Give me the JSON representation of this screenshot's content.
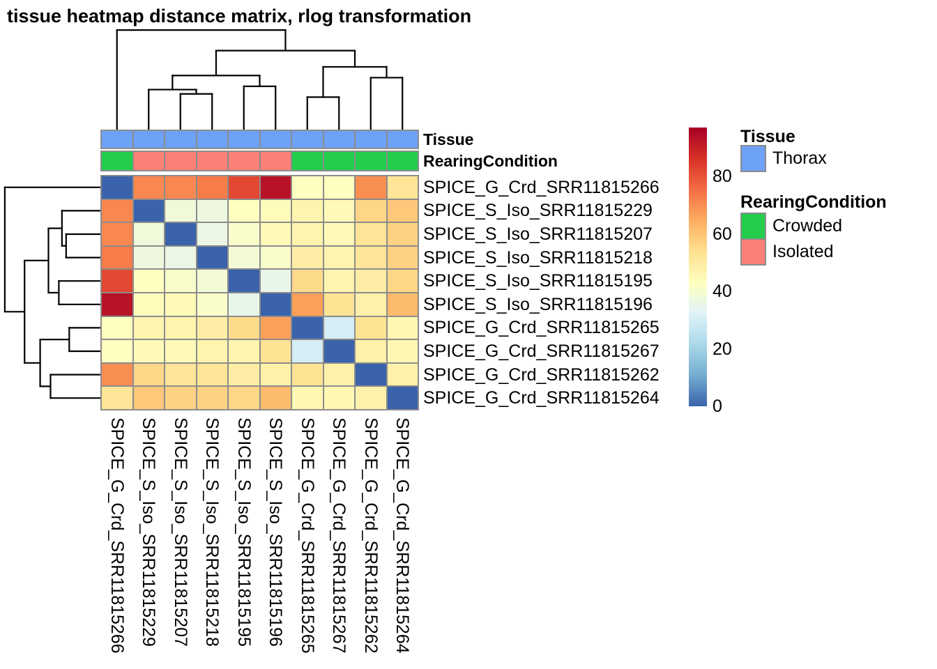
{
  "title": "tissue heatmap distance matrix, rlog transformation",
  "samples": [
    "SPICE_G_Crd_SRR11815266",
    "SPICE_S_Iso_SRR11815229",
    "SPICE_S_Iso_SRR11815207",
    "SPICE_S_Iso_SRR11815218",
    "SPICE_S_Iso_SRR11815195",
    "SPICE_S_Iso_SRR11815196",
    "SPICE_G_Crd_SRR11815265",
    "SPICE_G_Crd_SRR11815267",
    "SPICE_G_Crd_SRR11815262",
    "SPICE_G_Crd_SRR11815264"
  ],
  "annotations": {
    "tissue": {
      "label": "Tissue",
      "values": [
        "Thorax",
        "Thorax",
        "Thorax",
        "Thorax",
        "Thorax",
        "Thorax",
        "Thorax",
        "Thorax",
        "Thorax",
        "Thorax"
      ],
      "colors": {
        "Thorax": "#6EA1F8"
      }
    },
    "rearing": {
      "label": "RearingCondition",
      "values": [
        "Crowded",
        "Isolated",
        "Isolated",
        "Isolated",
        "Isolated",
        "Isolated",
        "Crowded",
        "Crowded",
        "Crowded",
        "Crowded"
      ],
      "colors": {
        "Crowded": "#22CE4C",
        "Isolated": "#FB8076"
      }
    }
  },
  "legend": {
    "tissue": {
      "title": "Tissue",
      "items": [
        {
          "label": "Thorax",
          "color": "#6EA1F8"
        }
      ]
    },
    "rearing": {
      "title": "RearingCondition",
      "items": [
        {
          "label": "Crowded",
          "color": "#22CE4C"
        },
        {
          "label": "Isolated",
          "color": "#FB8076"
        }
      ]
    }
  },
  "chart_data": {
    "type": "heatmap",
    "title": "tissue heatmap distance matrix, rlog transformation",
    "rows": [
      "SPICE_G_Crd_SRR11815266",
      "SPICE_S_Iso_SRR11815229",
      "SPICE_S_Iso_SRR11815207",
      "SPICE_S_Iso_SRR11815218",
      "SPICE_S_Iso_SRR11815195",
      "SPICE_S_Iso_SRR11815196",
      "SPICE_G_Crd_SRR11815265",
      "SPICE_G_Crd_SRR11815267",
      "SPICE_G_Crd_SRR11815262",
      "SPICE_G_Crd_SRR11815264"
    ],
    "columns": [
      "SPICE_G_Crd_SRR11815266",
      "SPICE_S_Iso_SRR11815229",
      "SPICE_S_Iso_SRR11815207",
      "SPICE_S_Iso_SRR11815218",
      "SPICE_S_Iso_SRR11815195",
      "SPICE_S_Iso_SRR11815196",
      "SPICE_G_Crd_SRR11815265",
      "SPICE_G_Crd_SRR11815267",
      "SPICE_G_Crd_SRR11815262",
      "SPICE_G_Crd_SRR11815264"
    ],
    "matrix": [
      [
        0,
        71,
        71,
        73,
        82,
        93,
        43,
        43,
        70,
        52
      ],
      [
        71,
        0,
        38,
        37,
        43,
        44,
        47,
        45,
        56,
        59
      ],
      [
        71,
        38,
        0,
        36,
        41,
        45,
        47,
        45,
        52,
        57
      ],
      [
        73,
        37,
        36,
        0,
        39,
        41,
        49,
        47,
        52,
        57
      ],
      [
        82,
        43,
        41,
        39,
        0,
        35,
        55,
        47,
        49,
        56
      ],
      [
        93,
        44,
        45,
        41,
        35,
        0,
        67,
        53,
        48,
        62
      ],
      [
        43,
        47,
        47,
        49,
        55,
        67,
        0,
        30,
        53,
        46
      ],
      [
        43,
        45,
        45,
        47,
        47,
        53,
        30,
        0,
        48,
        46
      ],
      [
        70,
        56,
        52,
        52,
        49,
        48,
        53,
        48,
        0,
        48
      ],
      [
        52,
        59,
        57,
        57,
        56,
        62,
        46,
        46,
        48,
        0
      ]
    ],
    "color_scale": {
      "name": "RdYlBu reversed",
      "domain": [
        0,
        97
      ],
      "anchors": [
        {
          "value": 0,
          "color": "#3A63AB"
        },
        {
          "value": 10.8,
          "color": "#74ADD1"
        },
        {
          "value": 21.6,
          "color": "#ABD9E9"
        },
        {
          "value": 32.3,
          "color": "#E0F3F8"
        },
        {
          "value": 43.1,
          "color": "#FFFFBF"
        },
        {
          "value": 53.9,
          "color": "#FEE090"
        },
        {
          "value": 64.7,
          "color": "#FDAE61"
        },
        {
          "value": 75.4,
          "color": "#F46D43"
        },
        {
          "value": 86.2,
          "color": "#D73027"
        },
        {
          "value": 97,
          "color": "#A50026"
        }
      ],
      "legend_ticks": [
        80,
        60,
        40,
        20,
        0
      ]
    },
    "dendrogram": {
      "h": 92,
      "c": [
        0,
        {
          "h": 73,
          "c": [
            {
              "h": 50,
              "c": [
                {
                  "h": 37,
                  "c": [
                    1,
                    {
                      "h": 33,
                      "c": [
                        2,
                        3
                      ]
                    }
                  ]
                },
                {
                  "h": 40,
                  "c": [
                    4,
                    5
                  ]
                }
              ]
            },
            {
              "h": 58,
              "c": [
                {
                  "h": 30,
                  "c": [
                    6,
                    7
                  ]
                },
                {
                  "h": 48,
                  "c": [
                    8,
                    9
                  ]
                }
              ]
            }
          ]
        }
      ]
    }
  }
}
